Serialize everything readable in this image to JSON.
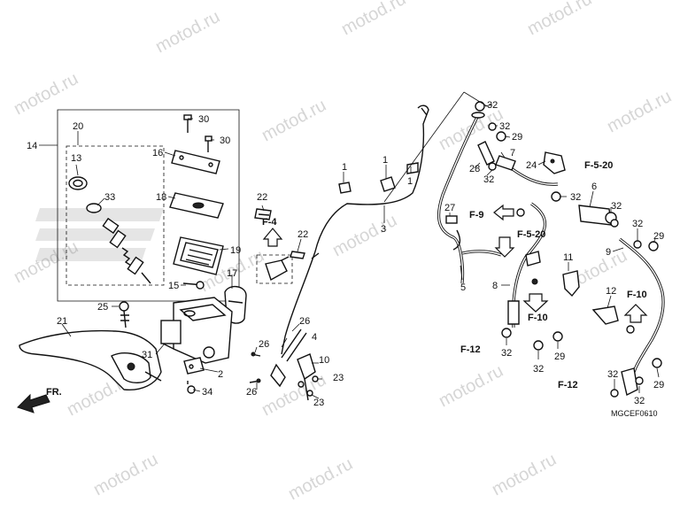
{
  "watermark_text": "motod.ru",
  "diagram_code": "MGCEF0610",
  "front_label": "FR.",
  "refs": {
    "f4": "F-4",
    "f9": "F-9",
    "f5_20_a": "F-5-20",
    "f5_20_b": "F-5-20",
    "f10_a": "F-10",
    "f10_b": "F-10",
    "f12_a": "F-12",
    "f12_b": "F-12"
  },
  "callouts": {
    "c14": "14",
    "c20": "20",
    "c13": "13",
    "c33": "33",
    "c30a": "30",
    "c30b": "30",
    "c16": "16",
    "c18": "18",
    "c19": "19",
    "c15": "15",
    "c17": "17",
    "c22a": "22",
    "c22b": "22",
    "c25": "25",
    "c21": "21",
    "c31": "31",
    "c2": "2",
    "c34": "34",
    "c26a": "26",
    "c26b": "26",
    "c26c": "26",
    "c4": "4",
    "c10": "10",
    "c23a": "23",
    "c23b": "23",
    "c3": "3",
    "c1a": "1",
    "c1b": "1",
    "c1c": "1",
    "c32a": "32",
    "c32b": "32",
    "c29a": "29",
    "c7": "7",
    "c28": "28",
    "c32c": "32",
    "c24": "24",
    "c27": "27",
    "c32d": "32",
    "c6": "6",
    "c32e": "32",
    "c32f": "32",
    "c29b": "29",
    "c9": "9",
    "c5": "5",
    "c8": "8",
    "c11": "11",
    "c12": "12",
    "c32g": "32",
    "c32h": "32",
    "c29c": "29",
    "c32i": "32",
    "c29d": "29",
    "c32j": "32"
  }
}
